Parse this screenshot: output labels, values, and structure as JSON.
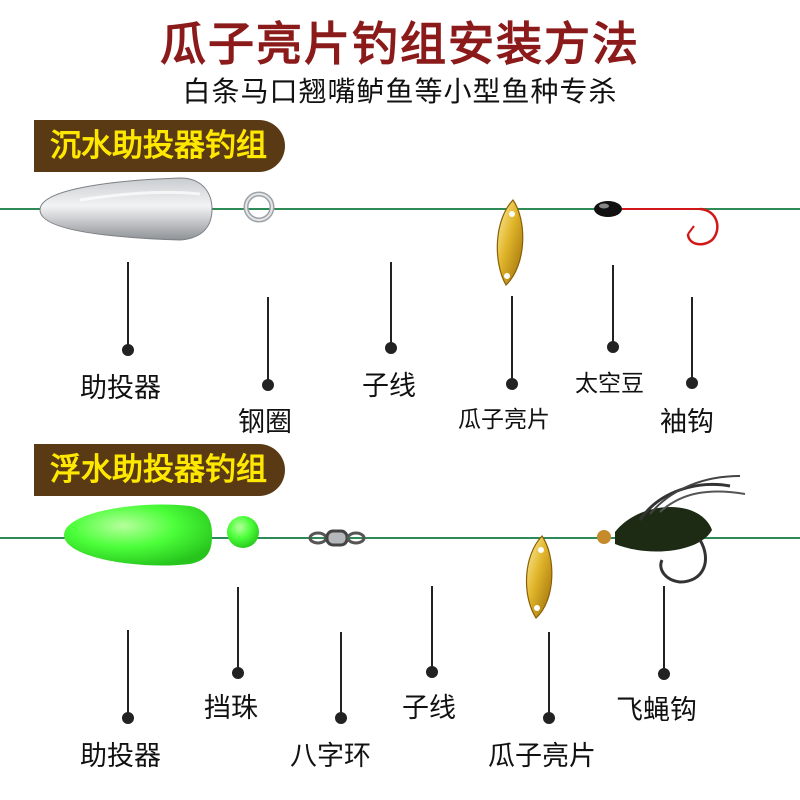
{
  "header": {
    "title": "瓜子亮片钓组安装方法",
    "subtitle": "白条马口翘嘴鲈鱼等小型鱼种专杀"
  },
  "sections": [
    {
      "title": "沉水助投器钓组",
      "labels": {
        "caster": "助投器",
        "ring": "钢圈",
        "leader": "子线",
        "spoon": "瓜子亮片",
        "bead": "太空豆",
        "hook": "袖钩"
      }
    },
    {
      "title": "浮水助投器钓组",
      "labels": {
        "caster": "助投器",
        "stop_bead": "挡珠",
        "swivel": "八字环",
        "leader": "子线",
        "spoon": "瓜子亮片",
        "fly_hook": "飞蝇钩"
      }
    }
  ],
  "colors": {
    "title": "#8b1a1a",
    "header_bg": "#5a3a14",
    "header_text": "#ffe800",
    "line": "#2e8b57",
    "float_green": "#4cff3a",
    "hook_red": "#d01818",
    "spoon_gold": "#d4a017"
  }
}
